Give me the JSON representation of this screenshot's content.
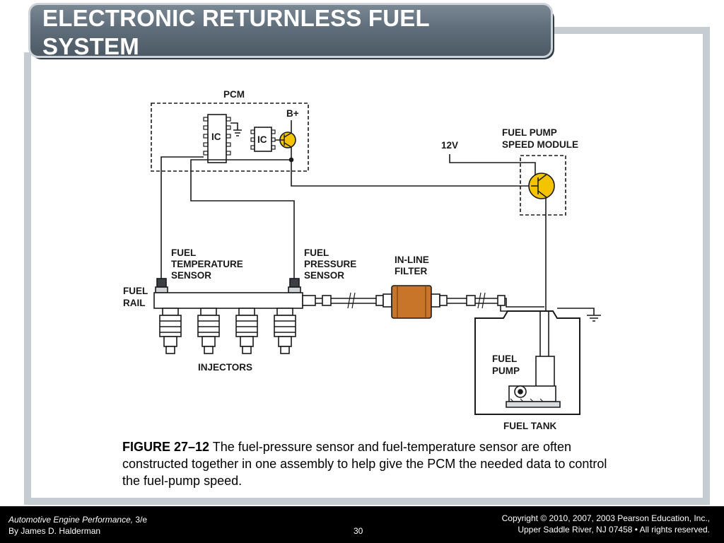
{
  "slide": {
    "title_line1": "ELECTRONIC RETURNLESS FUEL",
    "title_line2": "SYSTEM"
  },
  "diagram": {
    "labels": {
      "pcm": "PCM",
      "b_plus": "B+",
      "ic1": "IC",
      "ic2": "IC",
      "v12": "12V",
      "pump_module_1": "FUEL PUMP",
      "pump_module_2": "SPEED MODULE",
      "temp_sensor_1": "FUEL",
      "temp_sensor_2": "TEMPERATURE",
      "temp_sensor_3": "SENSOR",
      "pressure_sensor_1": "FUEL",
      "pressure_sensor_2": "PRESSURE",
      "pressure_sensor_3": "SENSOR",
      "filter_1": "IN-LINE",
      "filter_2": "FILTER",
      "rail_1": "FUEL",
      "rail_2": "RAIL",
      "injectors": "INJECTORS",
      "pump_1": "FUEL",
      "pump_2": "PUMP",
      "tank": "FUEL TANK"
    },
    "colors": {
      "transistor": "#f5c400",
      "filter": "#c8752a",
      "line": "#1a1a1a"
    }
  },
  "caption": {
    "figure": "FIGURE 27–12",
    "text": " The fuel-pressure sensor and fuel-temperature sensor are often constructed together in one assembly to help give the PCM the needed data to control the fuel-pump speed."
  },
  "footer": {
    "book": "Automotive Engine Performance,",
    "edition": " 3/e",
    "author": "By James D. Halderman",
    "page": "30",
    "copyright": "Copyright © 2010, 2007, 2003 Pearson Education, Inc.,",
    "rights": "Upper Saddle River, NJ 07458 • All rights reserved."
  }
}
